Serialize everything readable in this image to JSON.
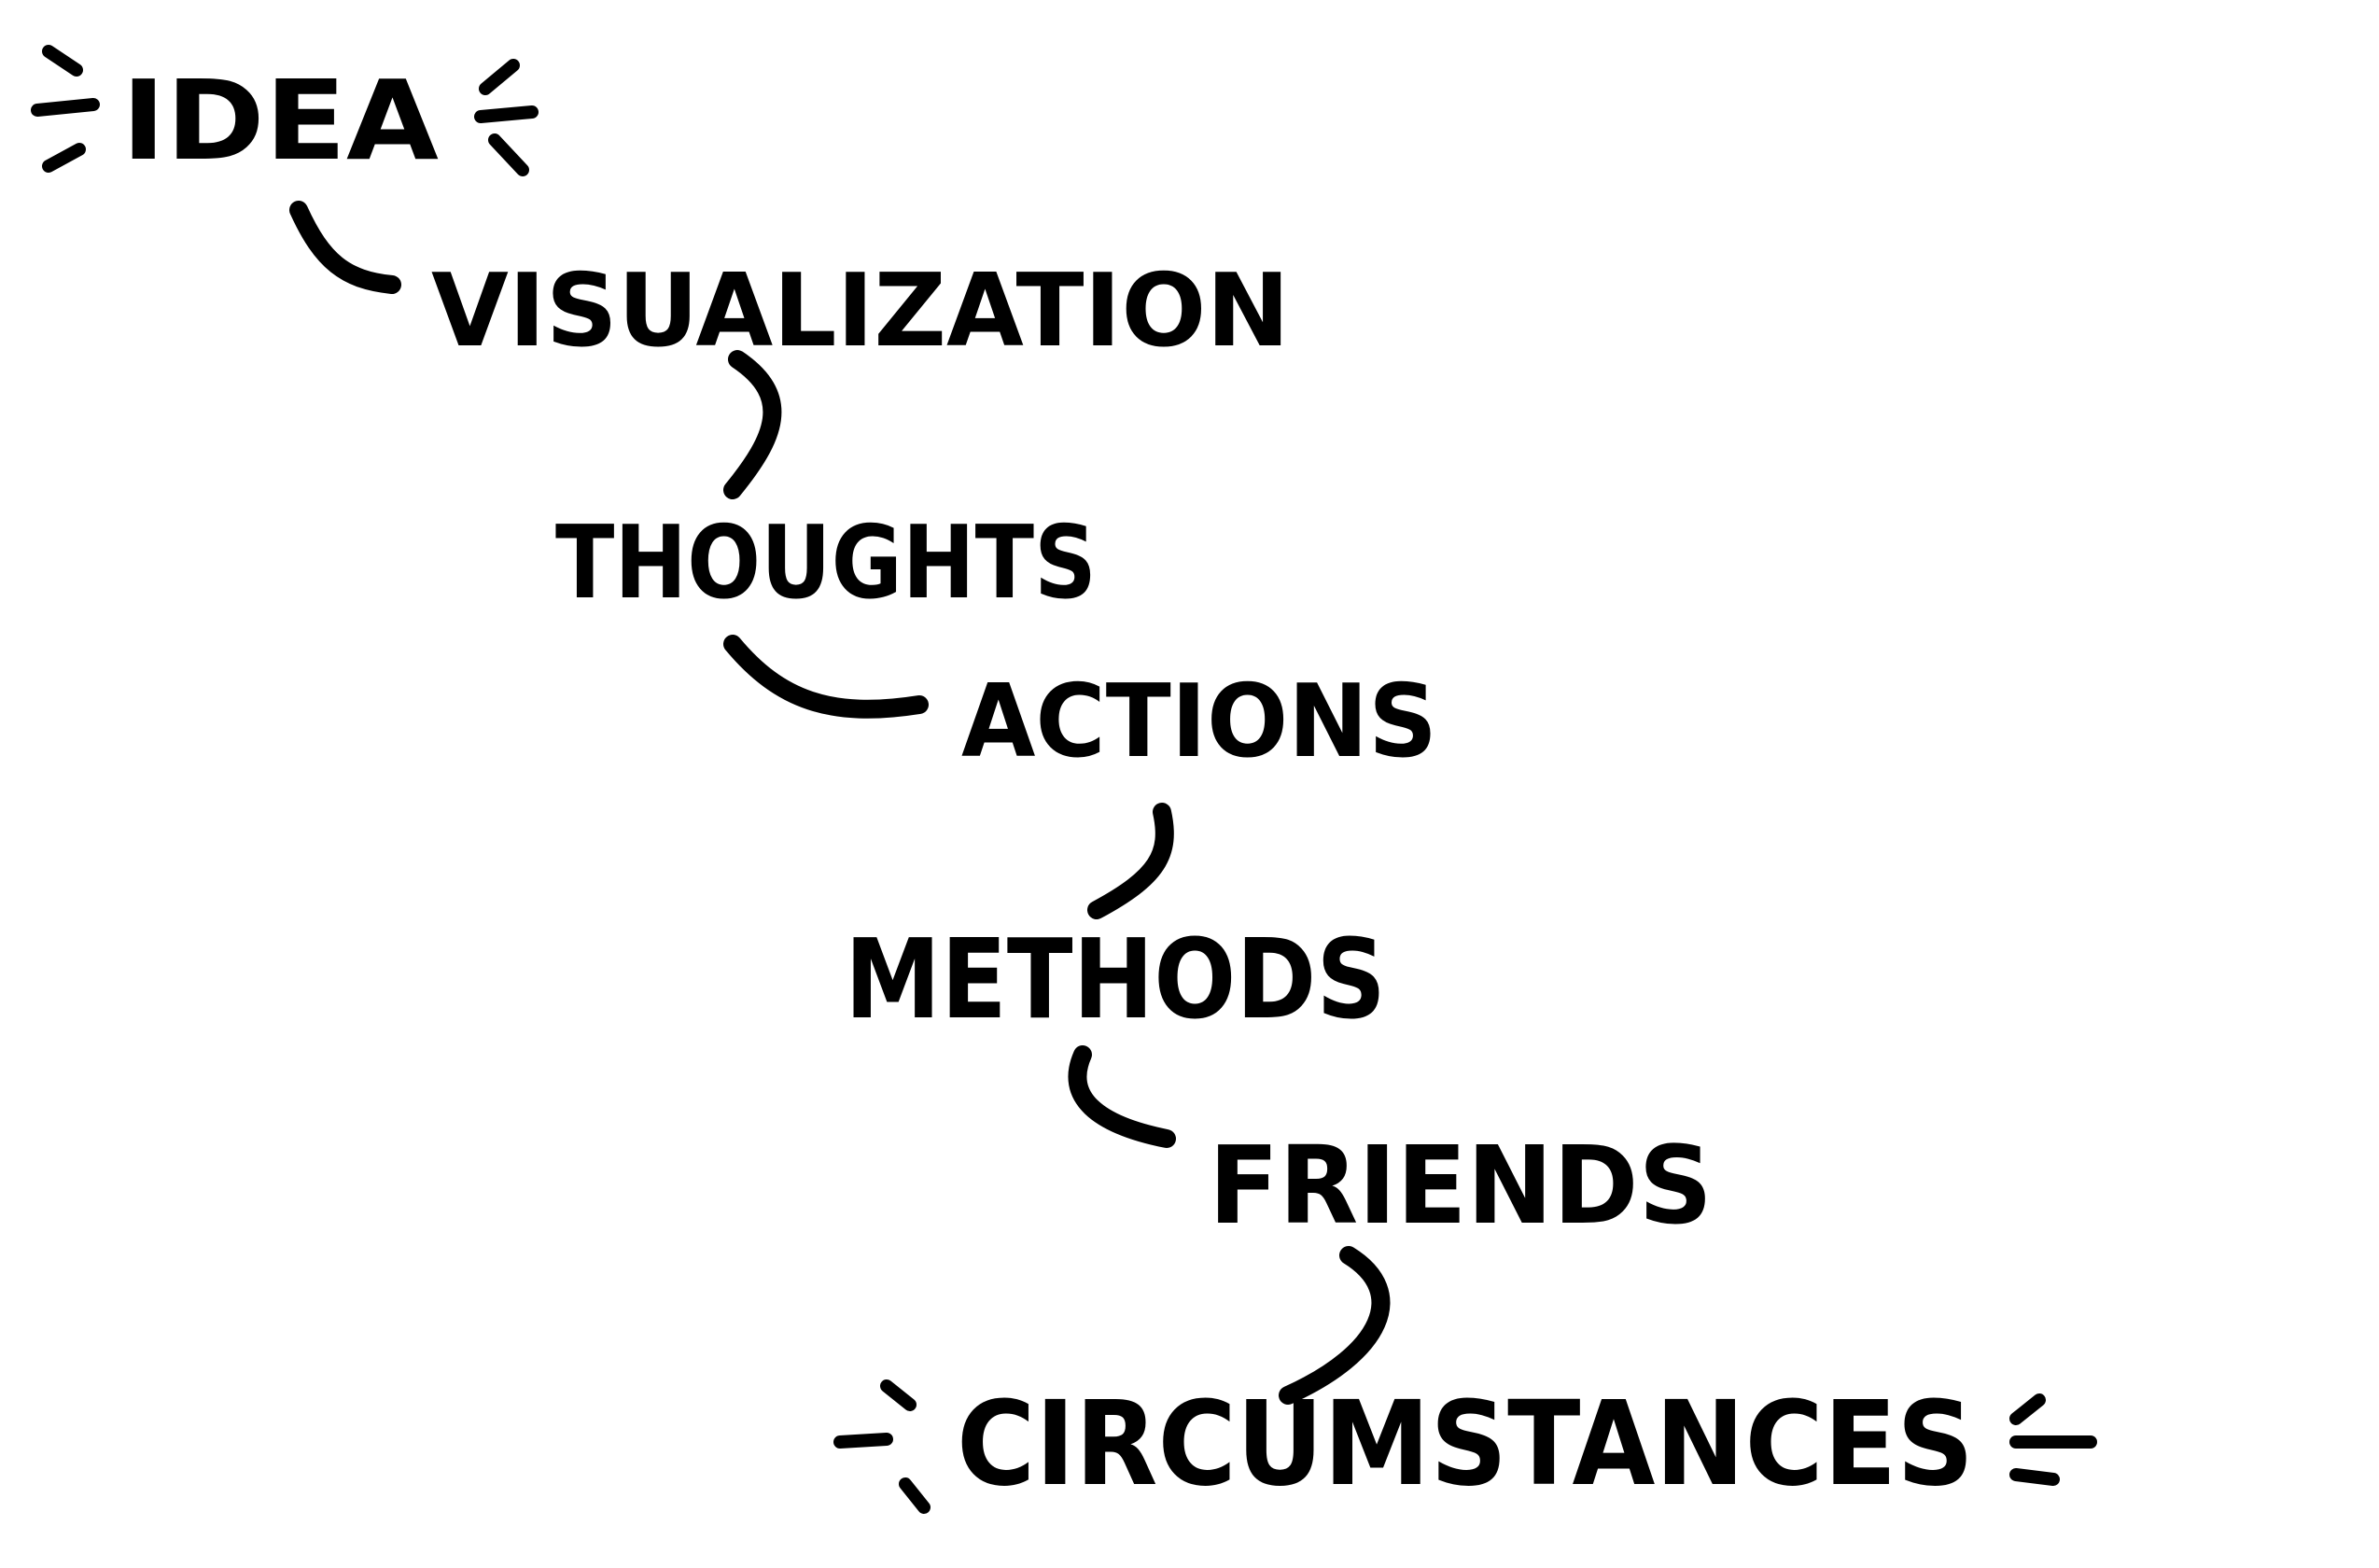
{
  "diagram": {
    "steps": [
      {
        "id": "idea",
        "label": "IDEA"
      },
      {
        "id": "visualization",
        "label": "VISUALIZATION"
      },
      {
        "id": "thoughts",
        "label": "THOUGHTS"
      },
      {
        "id": "actions",
        "label": "ACTIONS"
      },
      {
        "id": "methods",
        "label": "METHODS"
      },
      {
        "id": "friends",
        "label": "FRIENDS"
      },
      {
        "id": "circumstances",
        "label": "CIRCUMSTANCES"
      }
    ],
    "ink_color": "#000000",
    "background_color": "#ffffff"
  }
}
